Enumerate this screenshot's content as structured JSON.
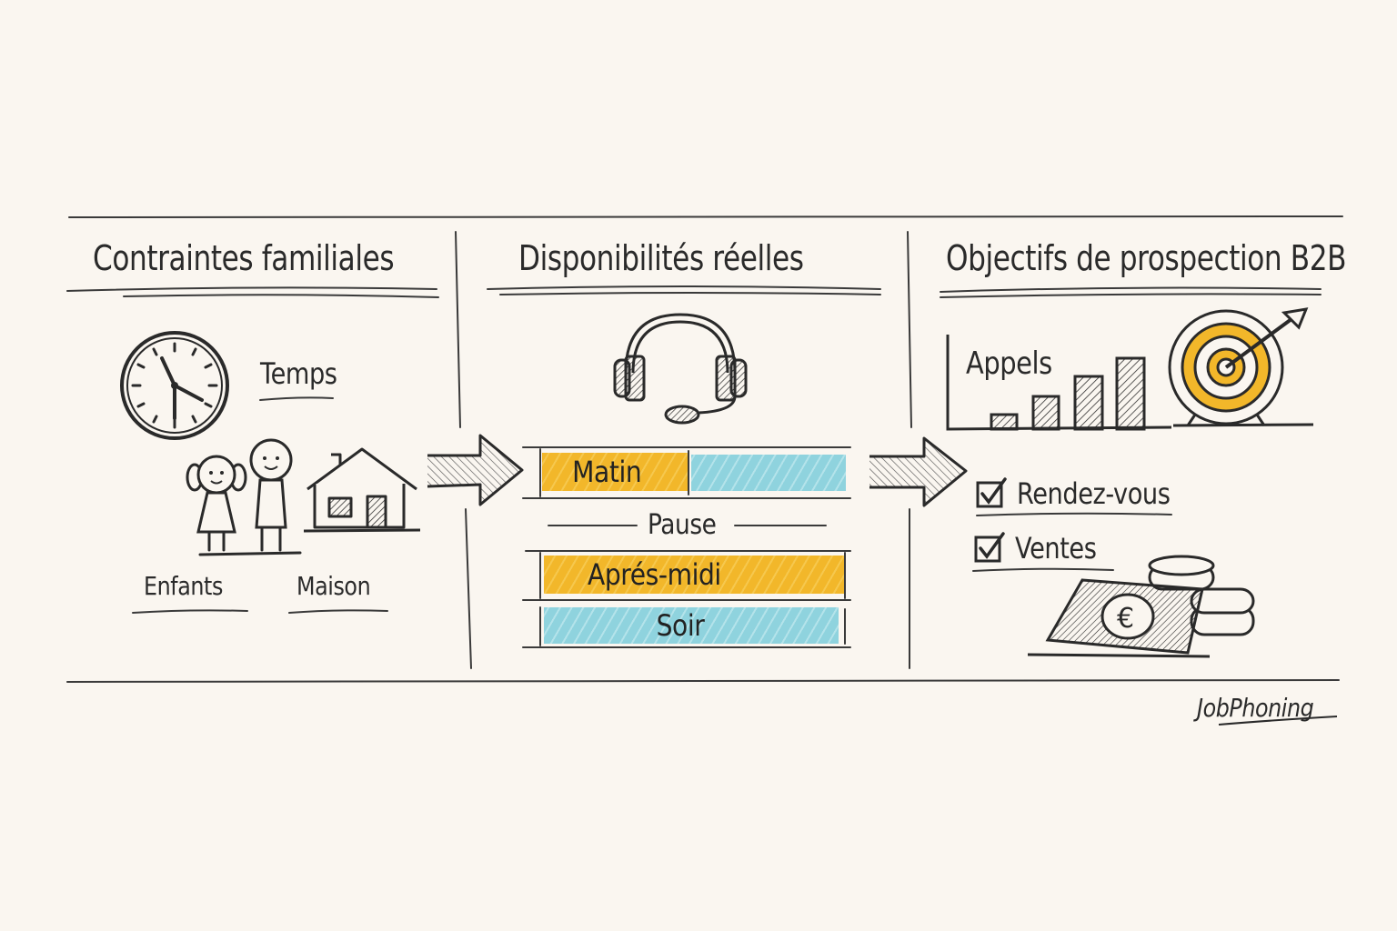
{
  "columns": [
    {
      "title": "Contraintes familiales",
      "labels": {
        "clock": "Temps",
        "children": "Enfants",
        "house": "Maison"
      }
    },
    {
      "title": "Disponibilités réelles",
      "slots": [
        {
          "label": "Matin",
          "color": "#f2b72a",
          "secondary_color": "#8fd3de"
        },
        {
          "label": "Pause",
          "color": "none"
        },
        {
          "label": "Aprés-midi",
          "color": "#f2b72a"
        },
        {
          "label": "Soir",
          "color": "#8fd3de"
        }
      ]
    },
    {
      "title": "Objectifs de prospection B2B",
      "chart_label": "Appels",
      "checklist": [
        {
          "label": "Rendez-vous",
          "checked": true
        },
        {
          "label": "Ventes",
          "checked": true
        }
      ]
    }
  ],
  "icons": {
    "clock": "clock-icon",
    "children": "children-icon",
    "house": "house-icon",
    "headset": "headset-icon",
    "bar_chart": "bar-chart-icon",
    "target": "target-icon",
    "money": "money-icon",
    "arrow": "arrow-right-icon"
  },
  "brand": "JobPhoning",
  "colors": {
    "background": "#faf6f0",
    "ink": "#2a2a2a",
    "yellow": "#f2b72a",
    "cyan": "#8fd3de"
  }
}
